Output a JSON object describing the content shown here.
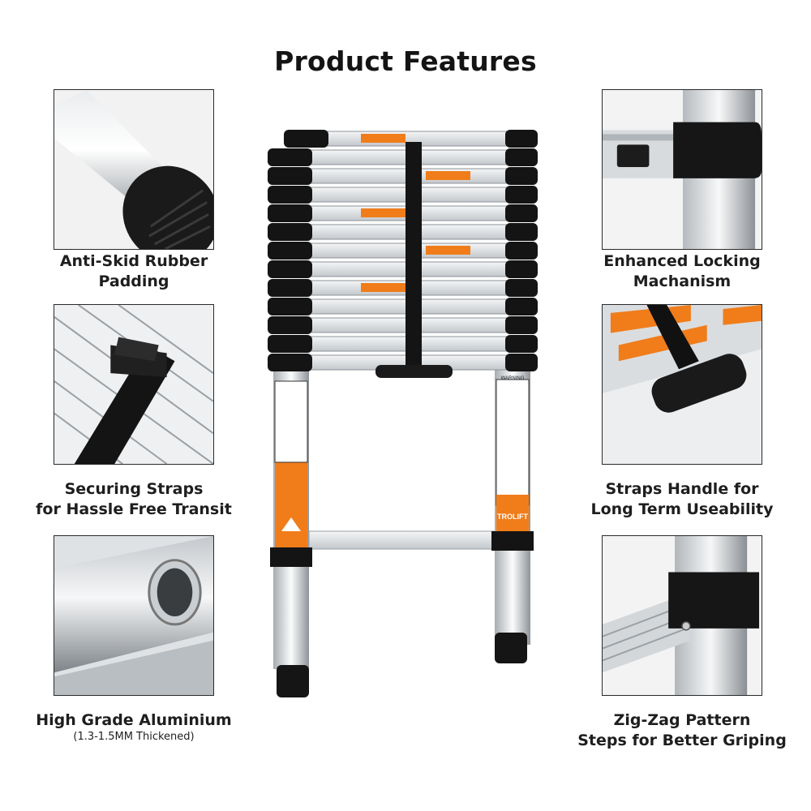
{
  "title": "Product Features",
  "features": [
    {
      "lines": [
        "Anti-Skid Rubber",
        "Padding"
      ]
    },
    {
      "lines": [
        "Securing Straps",
        "for Hassle Free Transit"
      ]
    },
    {
      "lines": [
        "High Grade Aluminium"
      ],
      "note": "(1.3-1.5MM Thickened)"
    },
    {
      "lines": [
        "Enhanced Locking",
        "Machanism"
      ]
    },
    {
      "lines": [
        "Straps Handle for",
        "Long Term Useability"
      ]
    },
    {
      "lines": [
        "Zig-Zag Pattern",
        "Steps for Better Griping"
      ]
    }
  ],
  "ladder": {
    "brand": "TROLIFT",
    "warning": "WARNING"
  },
  "colors": {
    "accent": "#f07d1a",
    "rubber": "#151515",
    "metal": "#d9dcdf",
    "frame": "#2a2a2a"
  },
  "icons": [
    "rubber-foot-icon",
    "strap-icon",
    "aluminium-tube-icon",
    "locking-clamp-icon",
    "strap-handle-icon",
    "step-clamp-icon",
    "mountain-logo-icon"
  ]
}
